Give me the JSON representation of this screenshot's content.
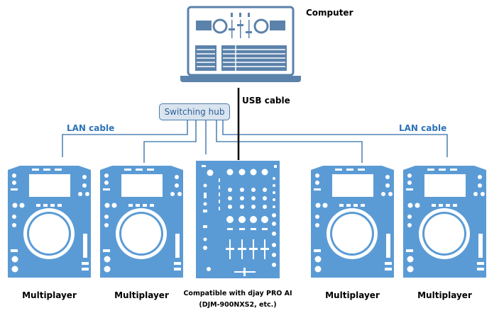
{
  "labels": {
    "computer": "Computer",
    "usb_cable": "USB cable",
    "switching_hub": "Switching hub",
    "lan_cable_left": "LAN cable",
    "lan_cable_right": "LAN cable",
    "multiplayer_1": "Multiplayer",
    "multiplayer_2": "Multiplayer",
    "multiplayer_3": "Multiplayer",
    "multiplayer_4": "Multiplayer",
    "mixer_line1": "Compatible with djay PRO AI",
    "mixer_line2": "(DJM-900NXS2, etc.)"
  },
  "colors": {
    "device_fill": "#5b9bd5",
    "laptop_stroke": "#5b82ab",
    "cable_blue": "#5585b5",
    "usb_black": "#000000",
    "hub_fill": "#d9e4ef"
  }
}
